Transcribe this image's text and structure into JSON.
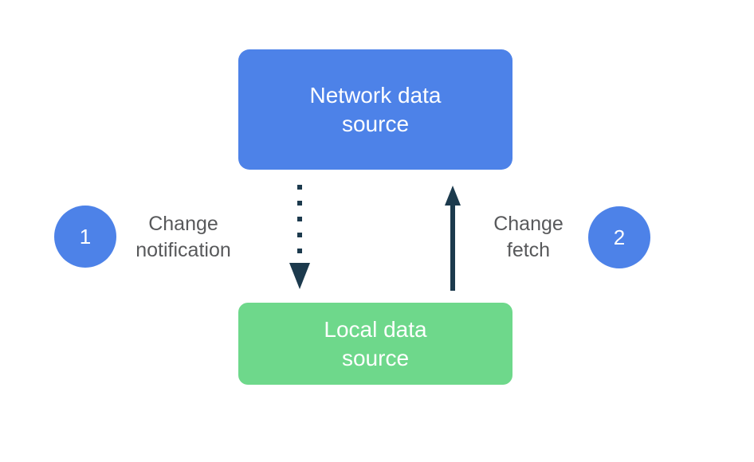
{
  "colors": {
    "box_blue": "#4d82e8",
    "box_green": "#6ed88b",
    "arrow_dark": "#1c3a4d",
    "label_gray": "#58595b",
    "box_text_white": "#ffffff",
    "canvas_bg": "#ffffff"
  },
  "boxes": {
    "network": {
      "lines": [
        "Network data",
        "source"
      ]
    },
    "local": {
      "lines": [
        "Local data",
        "source"
      ]
    }
  },
  "steps": {
    "one": {
      "number": "1",
      "label_lines": [
        "Change",
        "notification"
      ]
    },
    "two": {
      "number": "2",
      "label_lines": [
        "Change",
        "fetch"
      ]
    }
  },
  "arrows": {
    "down_style": "dotted",
    "up_style": "solid"
  }
}
